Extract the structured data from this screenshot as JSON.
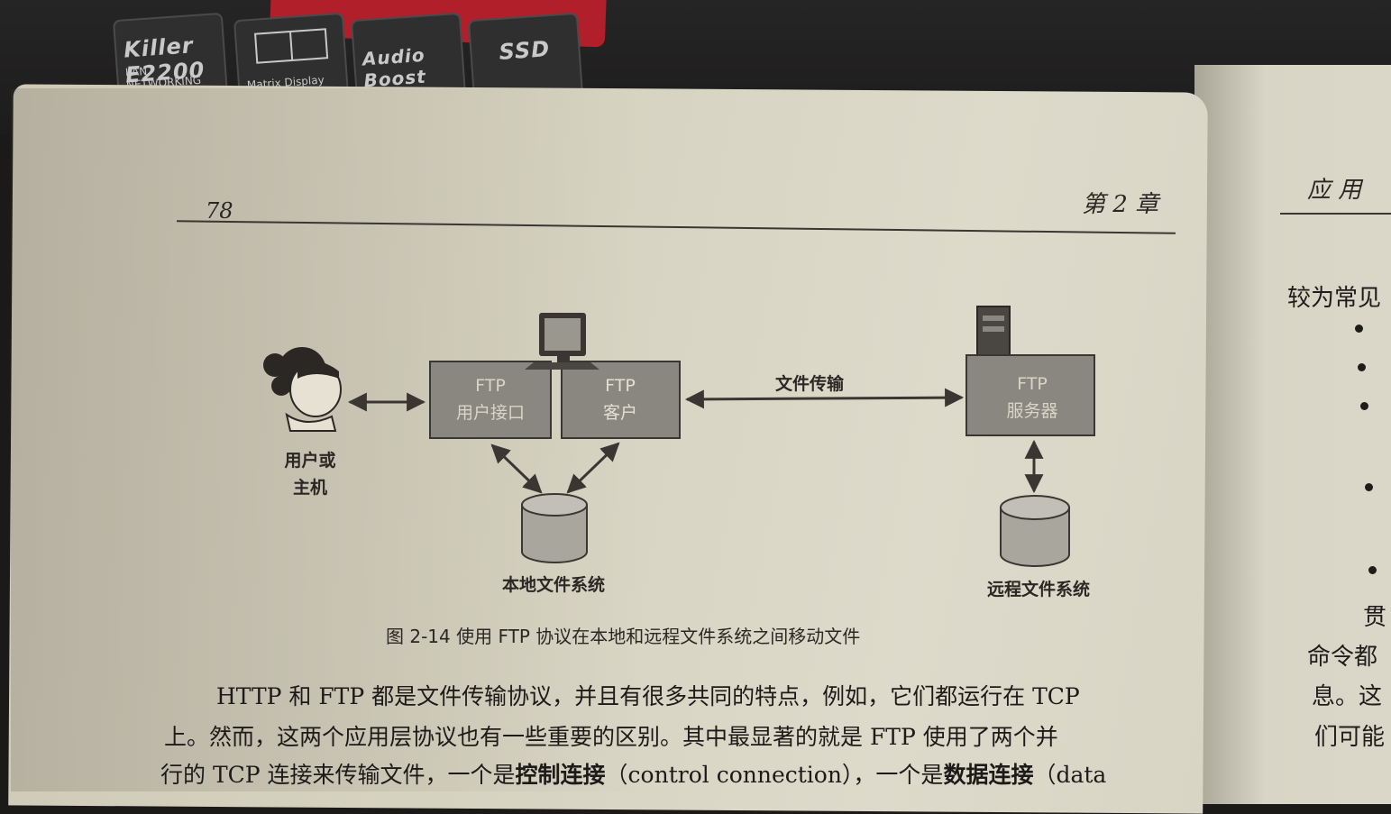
{
  "laptop": {
    "badges": [
      {
        "label": "Killer E2200",
        "sub": "LAN NETWORKING"
      },
      {
        "label": "",
        "sub": "Matrix Display"
      },
      {
        "label": "Audio Boost",
        "sub": ""
      },
      {
        "label": "SSD",
        "sub": ""
      }
    ]
  },
  "page": {
    "number": "78",
    "chapter": "第 2 章"
  },
  "figure": {
    "user_label_line1": "用户或",
    "user_label_line2": "主机",
    "ui_box_line1": "FTP",
    "ui_box_line2": "用户接口",
    "client_box_line1": "FTP",
    "client_box_line2": "客户",
    "transfer_label": "文件传输",
    "server_box_line1": "FTP",
    "server_box_line2": "服务器",
    "local_fs": "本地文件系统",
    "remote_fs": "远程文件系统",
    "caption": "图 2-14   使用 FTP 协议在本地和远程文件系统之间移动文件"
  },
  "body": {
    "line1": "HTTP 和 FTP 都是文件传输协议，并且有很多共同的特点，例如，它们都运行在 TCP",
    "line2": "上。然而，这两个应用层协议也有一些重要的区别。其中最显著的就是 FTP 使用了两个并",
    "line3_a": "行的 TCP 连接来传输文件，一个是",
    "line3_b": "控制连接",
    "line3_c": "（control connection），一个是",
    "line3_d": "数据连接",
    "line3_e": "（data"
  },
  "right_page": {
    "header": "应  用",
    "line1": "较为常见",
    "line_a": "贯",
    "line_b": "命令都",
    "line_c": "息。这",
    "line_d": "们可能"
  },
  "colors": {
    "paper": "#d6d2c0",
    "box_fill": "#8a8780",
    "ink": "#2a2724"
  }
}
